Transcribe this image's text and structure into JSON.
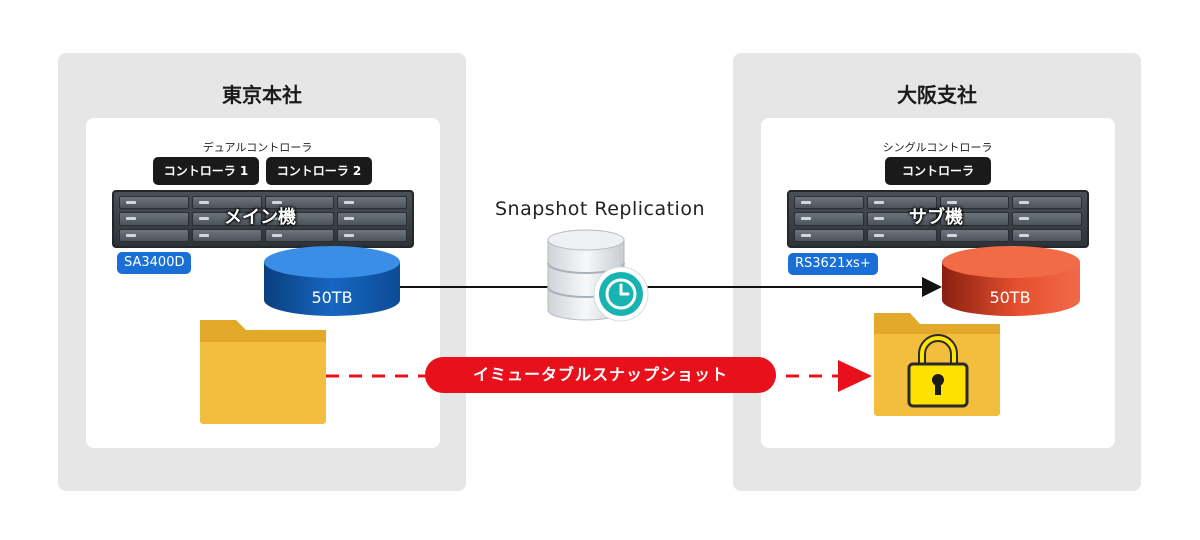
{
  "sites": {
    "tokyo": {
      "title": "東京本社",
      "controller_caption": "デュアルコントローラ",
      "controllers": [
        "コントローラ 1",
        "コントローラ 2"
      ],
      "machine_label": "メイン機",
      "model": "SA3400D",
      "volume_label": "50TB",
      "volume_color": "#1565c0"
    },
    "osaka": {
      "title": "大阪支社",
      "controller_caption": "シングルコントローラ",
      "controllers": [
        "コントローラ"
      ],
      "machine_label": "サブ機",
      "model": "RS3621xs+",
      "volume_label": "50TB",
      "volume_color": "#e8502e"
    }
  },
  "replication": {
    "title": "Snapshot Replication",
    "icon": "database-clock-icon"
  },
  "immutable": {
    "label": "イミュータブルスナップショット",
    "color": "#e8101a"
  },
  "icons": {
    "folder": "folder-icon",
    "locked_folder": "locked-folder-icon"
  }
}
